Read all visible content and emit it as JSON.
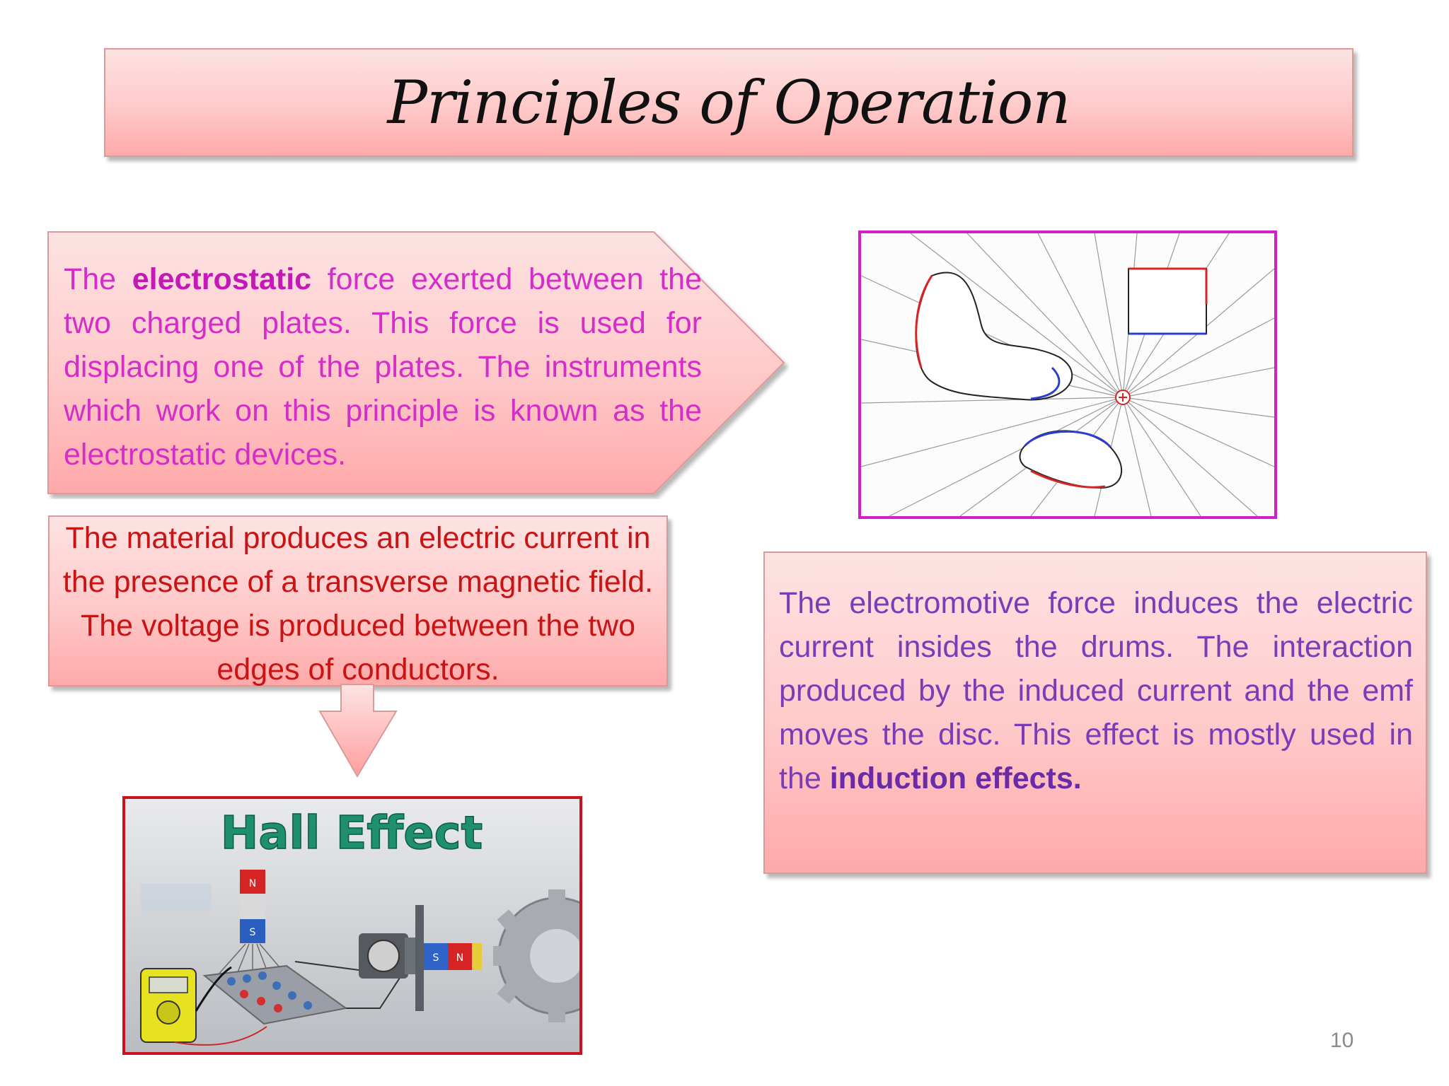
{
  "slide": {
    "title": "Principles of Operation",
    "page_number": "10"
  },
  "electrostatic": {
    "before": "The ",
    "bold": "electrostatic",
    "after": " force exerted between the two charged plates. This force is used for displacing one of the plates. The instruments which work on this principle is known as the electrostatic devices."
  },
  "hall": {
    "text": "The material produces an electric current in the presence of a transverse magnetic field. The voltage is produced between the two edges of conductors.",
    "image_title": "Hall Effect",
    "magnet_labels": [
      "N",
      "S",
      "S",
      "N"
    ]
  },
  "induction": {
    "text": "The electromotive force induces the electric current insides the drums. The interaction produced by the induced current and the emf moves the disc. This effect is mostly used in the ",
    "bold": "induction effects."
  },
  "colors": {
    "electrostatic_text": "#d42ec8",
    "hall_text": "#c81414",
    "induction_text": "#7a3cb7",
    "box_gradient_top": "#fde3e3",
    "box_gradient_bottom": "#ffa9a9"
  }
}
